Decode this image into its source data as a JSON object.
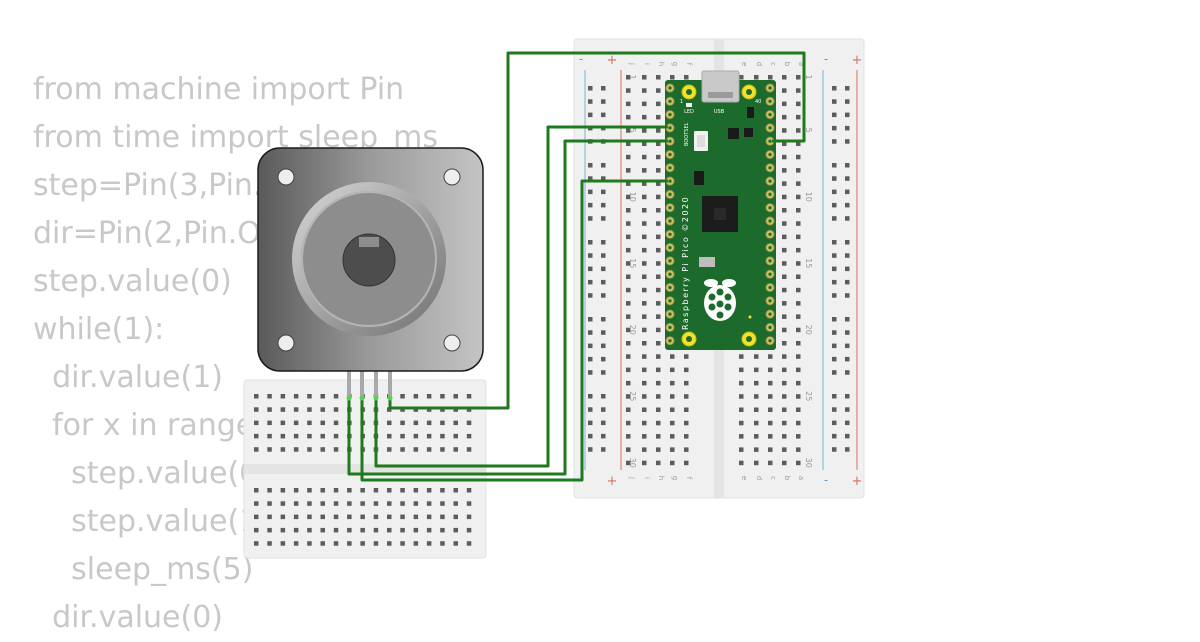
{
  "code": {
    "lines": [
      "from machine import Pin",
      "from time import sleep_ms",
      "step=Pin(3,Pin.",
      "dir=Pin(2,Pin.O",
      "step.value(0)",
      "while(1):",
      "  dir.value(1)",
      "  for x in range",
      "    step.value(0)",
      "    step.value(1)",
      "    sleep_ms(5)",
      "  dir.value(0)"
    ]
  },
  "pico": {
    "silkscreen": "Raspberry Pi Pico ©2020",
    "labels": [
      "LED",
      "USB",
      "BOOTSEL"
    ],
    "pin1": "1",
    "pin40": "40"
  },
  "breadboard": {
    "column_letters_left": [
      "j",
      "i",
      "h",
      "g",
      "f"
    ],
    "column_letters_right": [
      "e",
      "d",
      "c",
      "b",
      "a"
    ],
    "row_numbers": [
      "1",
      "5",
      "10",
      "15",
      "20",
      "25",
      "30"
    ],
    "rail_signs": [
      "-",
      "+"
    ]
  },
  "colors": {
    "wire": "#1f7a1f",
    "pico_board": "#1d6b2c",
    "breadboard": "#f0f0f0",
    "code_text": "#c8c8c8",
    "rail_red": "#e39b8b",
    "rail_blue": "#9fc7e0"
  }
}
